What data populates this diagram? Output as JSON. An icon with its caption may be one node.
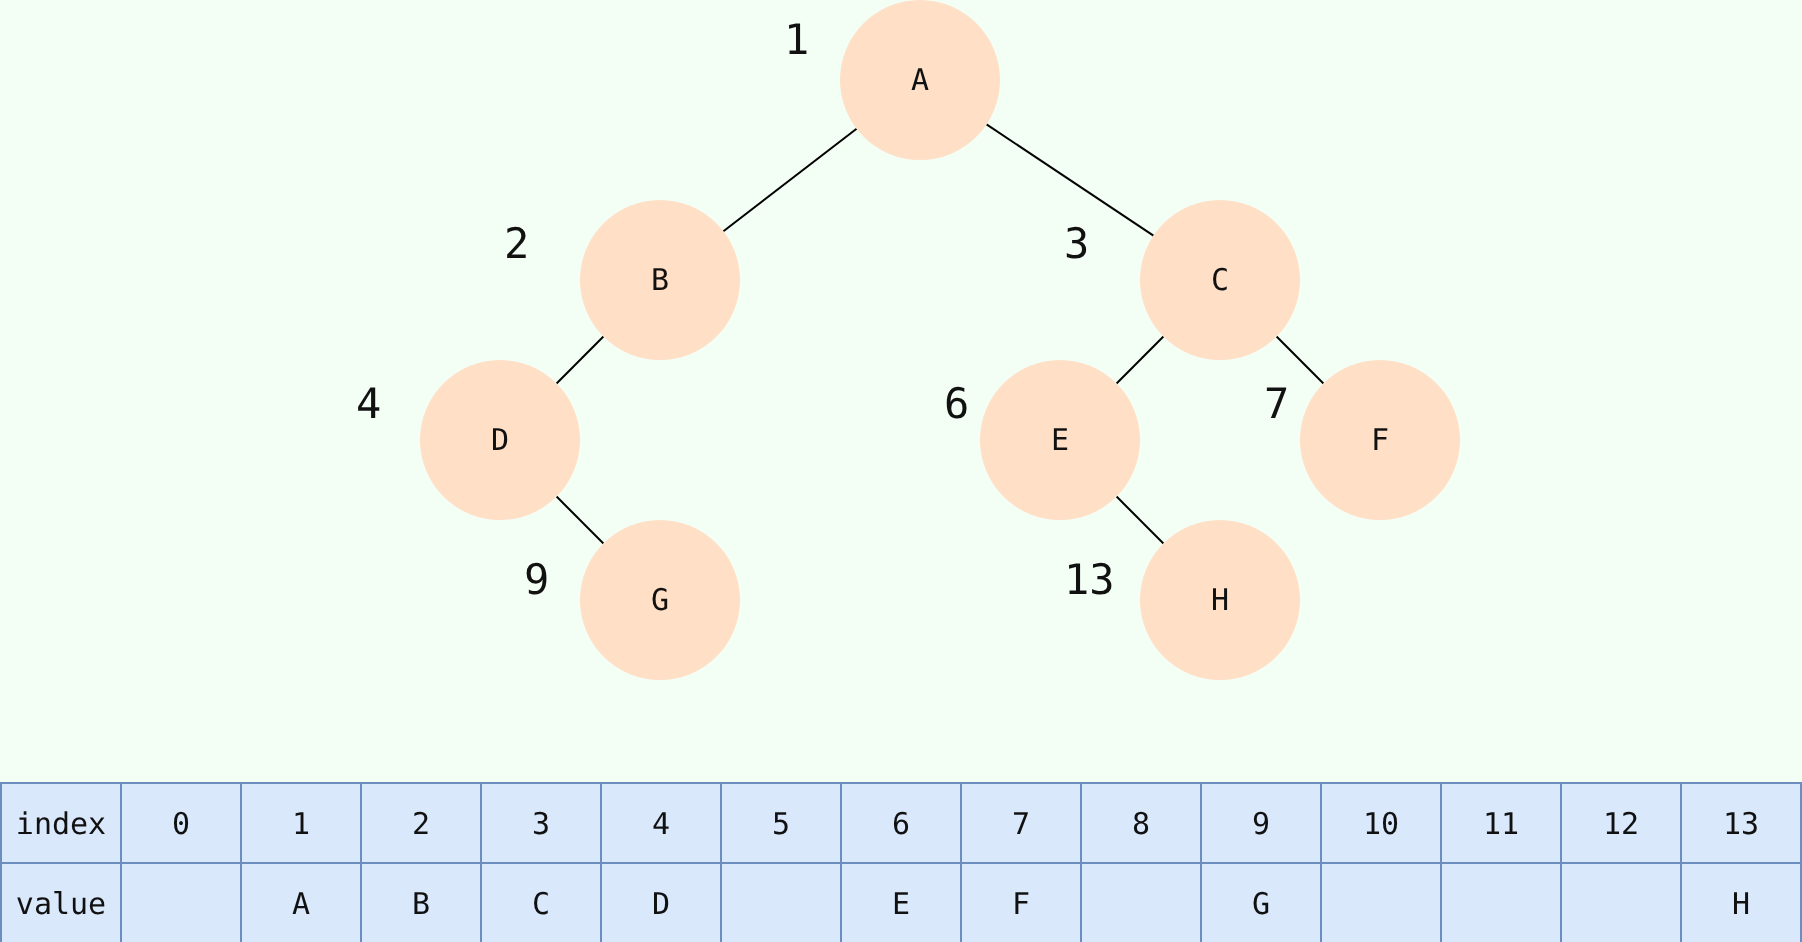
{
  "diagram": {
    "nodes": [
      {
        "text": [
          "A"
        ],
        "beside": [
          "1"
        ]
      },
      {
        "text": [
          "B"
        ],
        "beside": [
          "2"
        ]
      },
      {
        "text": [
          "C"
        ],
        "beside": [
          "3"
        ]
      },
      {
        "text": [
          "D"
        ],
        "beside": [
          "4"
        ]
      },
      {
        "text": [
          "E"
        ],
        "beside": [
          "6"
        ]
      },
      {
        "text": [
          "F"
        ],
        "beside": [
          "7"
        ]
      },
      {
        "text": [
          "G"
        ],
        "beside": [
          "9"
        ]
      },
      {
        "text": [
          "H"
        ],
        "beside": [
          "13"
        ]
      }
    ],
    "edges": [
      {
        "from": 0,
        "to": 1,
        "arrow": "none"
      },
      {
        "from": 0,
        "to": 2,
        "arrow": "none"
      },
      {
        "from": 1,
        "to": 3,
        "arrow": "none"
      },
      {
        "from": 2,
        "to": 4,
        "arrow": "none"
      },
      {
        "from": 2,
        "to": 5,
        "arrow": "none"
      },
      {
        "from": 3,
        "to": 6,
        "arrow": "none"
      },
      {
        "from": 4,
        "to": 7,
        "arrow": "none"
      }
    ],
    "labels": [
      "index",
      "0",
      "1",
      "2",
      "3",
      "4",
      "5",
      "6",
      "7",
      "8",
      "9",
      "10",
      "11",
      "12",
      "13",
      "value",
      "A",
      "B",
      "C",
      "D",
      "E",
      "F",
      "G",
      "H"
    ]
  }
}
